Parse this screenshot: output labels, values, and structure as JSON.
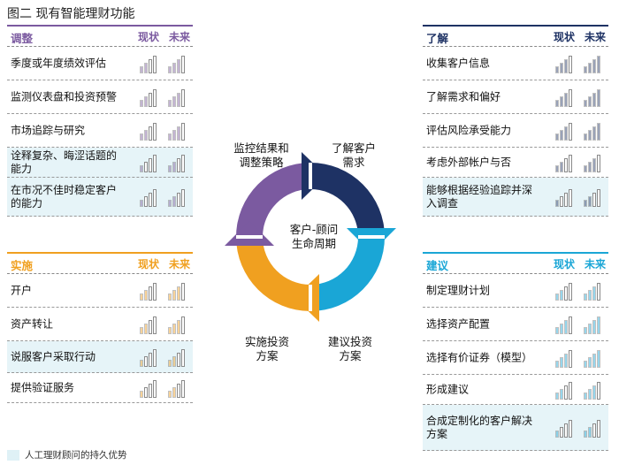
{
  "figure_title": "图二  现有智能理财功能",
  "legend_text": "人工理财顾问的持久优势",
  "col_now": "现状",
  "col_future": "未来",
  "colors": {
    "adjust": "#7b5aa0",
    "understand": "#1e3264",
    "advise": "#1aa6d6",
    "implement": "#f0a020",
    "highlight": "#e6f4f8"
  },
  "center": {
    "line1": "客户-顾问",
    "line2": "生命周期"
  },
  "arc_labels": {
    "adjust": [
      "监控结果和",
      "调整策略"
    ],
    "understand": [
      "了解客户",
      "需求"
    ],
    "advise": [
      "建议投资",
      "方案"
    ],
    "implement": [
      "实施投资",
      "方案"
    ]
  },
  "panels": {
    "adjust": {
      "name": "调整",
      "items": [
        {
          "lines": [
            "季度或年度绩效评估"
          ],
          "now": 0.4,
          "future": 0.7,
          "hl": false
        },
        {
          "lines": [
            "监测仪表盘和投资预警"
          ],
          "now": 0.4,
          "future": 0.7,
          "hl": false
        },
        {
          "lines": [
            "市场追踪与研究"
          ],
          "now": 0.4,
          "future": 0.7,
          "hl": false
        },
        {
          "lines": [
            "诠释复杂、晦涩话题的",
            "能力"
          ],
          "now": 0.1,
          "future": 0.4,
          "hl": true
        },
        {
          "lines": [
            "在市况不佳时稳定客户",
            "的能力"
          ],
          "now": 0.1,
          "future": 0.4,
          "hl": true
        }
      ]
    },
    "implement": {
      "name": "实施",
      "items": [
        {
          "lines": [
            "开户"
          ],
          "now": 0.4,
          "future": 0.7,
          "hl": false
        },
        {
          "lines": [
            "资产转让"
          ],
          "now": 0.4,
          "future": 0.7,
          "hl": false
        },
        {
          "lines": [
            "说服客户采取行动"
          ],
          "now": 0.1,
          "future": 0.4,
          "hl": true
        },
        {
          "lines": [
            "提供验证服务"
          ],
          "now": 0.1,
          "future": 0.4,
          "hl": false
        }
      ]
    },
    "understand": {
      "name": "了解",
      "items": [
        {
          "lines": [
            "收集客户信息"
          ],
          "now": 0.7,
          "future": 1.0,
          "hl": false
        },
        {
          "lines": [
            "了解需求和偏好"
          ],
          "now": 0.7,
          "future": 1.0,
          "hl": false
        },
        {
          "lines": [
            "评估风险承受能力"
          ],
          "now": 0.7,
          "future": 1.0,
          "hl": false
        },
        {
          "lines": [
            "考虑外部帐户与否"
          ],
          "now": 0.4,
          "future": 0.7,
          "hl": false
        },
        {
          "lines": [
            "能够根据经验追踪并深",
            "入调查"
          ],
          "now": 0.1,
          "future": 0.4,
          "hl": true
        }
      ]
    },
    "advise": {
      "name": "建议",
      "items": [
        {
          "lines": [
            "制定理财计划"
          ],
          "now": 0.4,
          "future": 0.7,
          "hl": false
        },
        {
          "lines": [
            "选择资产配置"
          ],
          "now": 0.7,
          "future": 1.0,
          "hl": false
        },
        {
          "lines": [
            "选择有价证券（模型）"
          ],
          "now": 0.7,
          "future": 1.0,
          "hl": false
        },
        {
          "lines": [
            "形成建议"
          ],
          "now": 0.4,
          "future": 0.7,
          "hl": false
        },
        {
          "lines": [
            "合成定制化的客户解决",
            "方案"
          ],
          "now": 0.1,
          "future": 0.4,
          "hl": true
        }
      ]
    }
  }
}
